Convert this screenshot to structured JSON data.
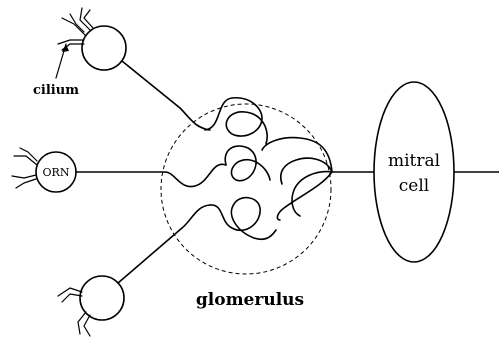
{
  "labels": {
    "cilium": "cilium",
    "orn": "ORN",
    "glomerulus": "glomerulus",
    "mitral_line1": "mitral",
    "mitral_line2": "cell"
  }
}
